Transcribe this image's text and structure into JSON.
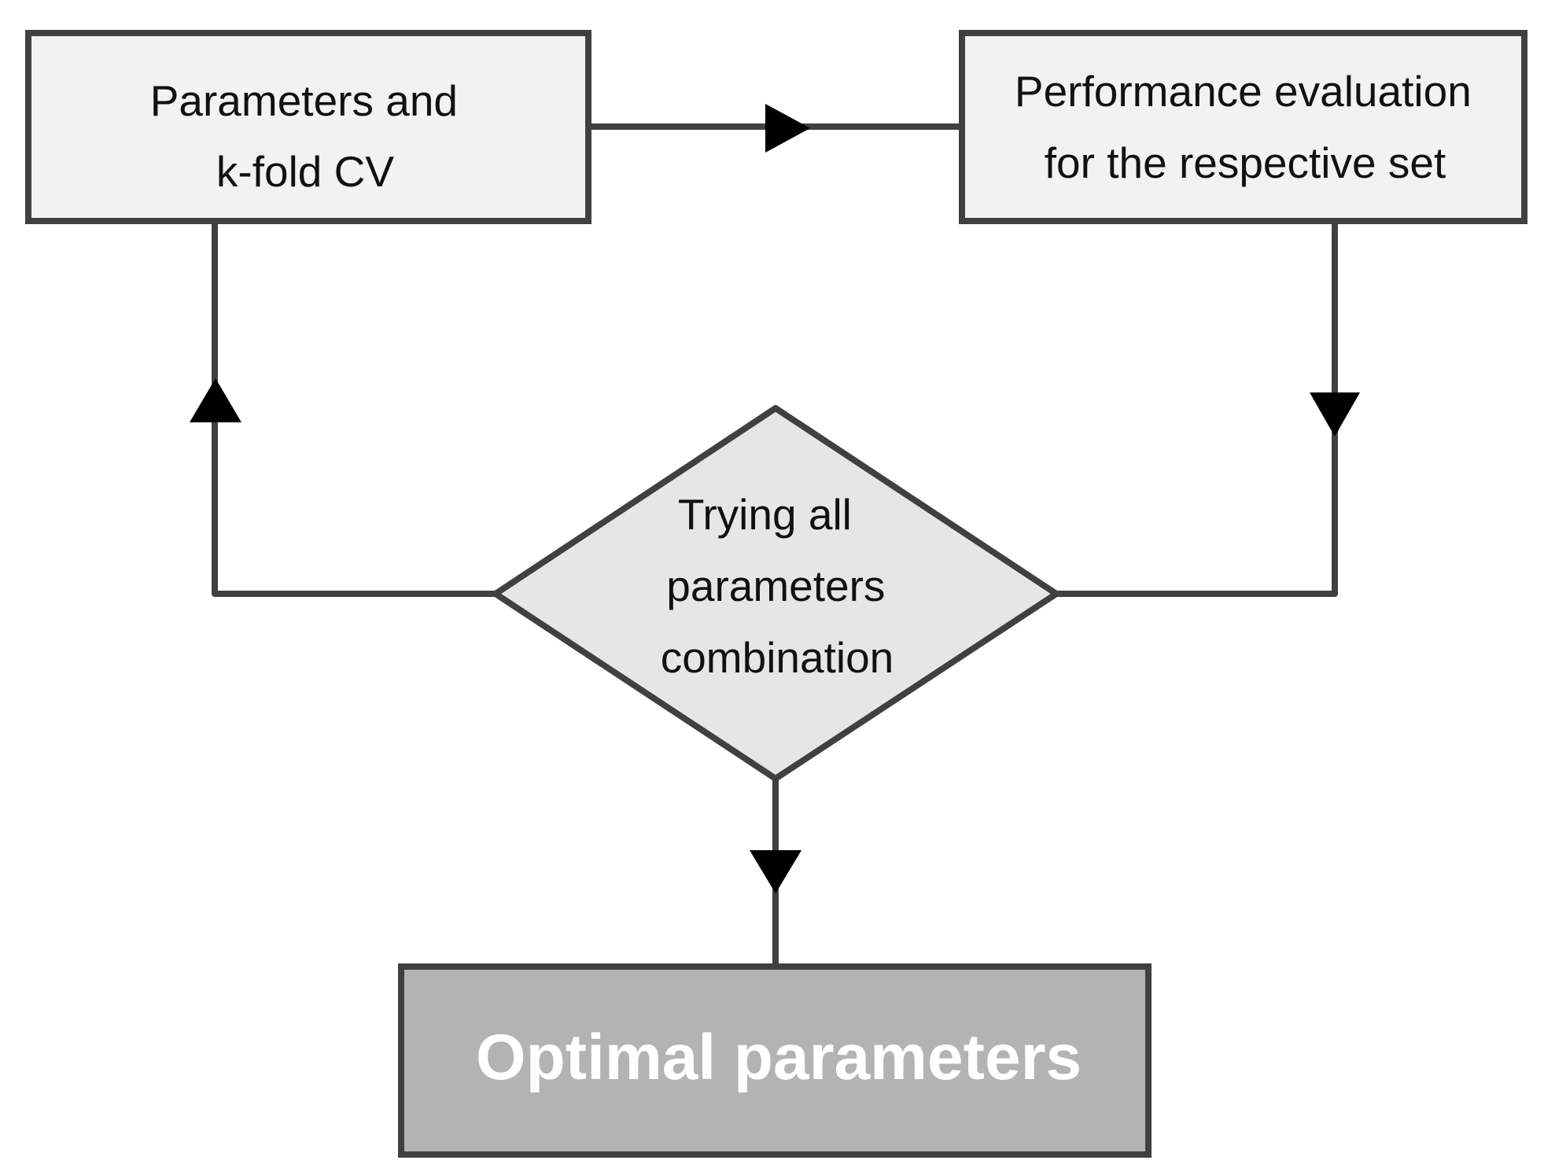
{
  "nodes": {
    "params": {
      "lines": [
        "Parameters and",
        "k-fold CV"
      ],
      "fill": "#f2f2f2"
    },
    "performance": {
      "lines": [
        "Performance evaluation",
        "for the respective set"
      ],
      "fill": "#f2f2f2"
    },
    "decision": {
      "lines": [
        "Trying all",
        "parameters",
        "combination"
      ],
      "fill": "#e6e6e6"
    },
    "optimal": {
      "label": "Optimal parameters",
      "fill": "#b3b3b3"
    }
  },
  "colors": {
    "stroke": "#404040",
    "arrow": "#000000",
    "text_dark": "#111111",
    "text_light": "#ffffff"
  }
}
